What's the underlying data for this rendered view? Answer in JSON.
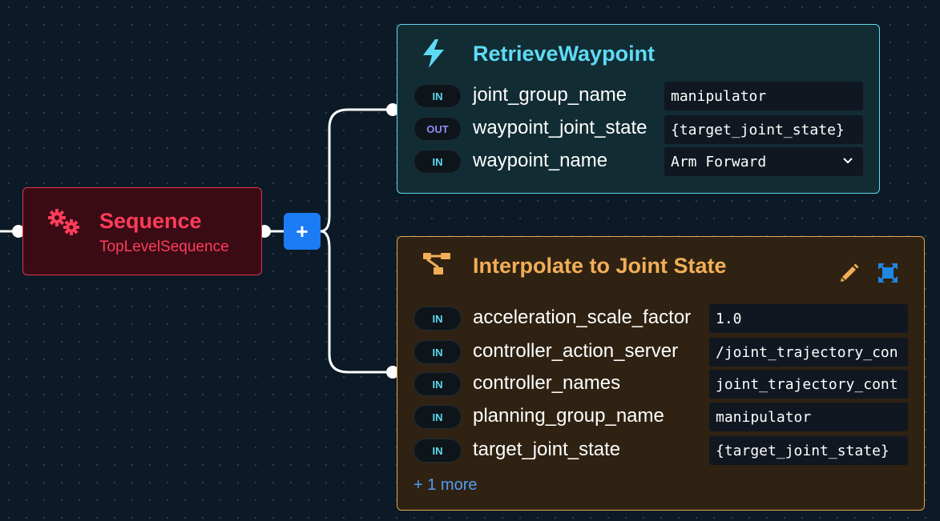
{
  "canvas": {
    "add_button_label": "+"
  },
  "sequence_node": {
    "title": "Sequence",
    "subtitle": "TopLevelSequence",
    "icon": "gears-icon",
    "color": "#ff3c5a"
  },
  "retrieve_waypoint_node": {
    "title": "RetrieveWaypoint",
    "icon": "lightning-icon",
    "color": "#5fdaf4",
    "ports": [
      {
        "direction": "IN",
        "name": "joint_group_name",
        "value": "manipulator"
      },
      {
        "direction": "OUT",
        "name": "waypoint_joint_state",
        "value": "{target_joint_state}"
      },
      {
        "direction": "IN",
        "name": "waypoint_name",
        "value": "Arm Forward",
        "dropdown": true
      }
    ]
  },
  "interpolate_node": {
    "title": "Interpolate to Joint State",
    "icon": "subtree-icon",
    "color": "#f2ae57",
    "tools": [
      "pencil-icon",
      "expand-icon"
    ],
    "ports": [
      {
        "direction": "IN",
        "name": "acceleration_scale_factor",
        "value": "1.0"
      },
      {
        "direction": "IN",
        "name": "controller_action_server",
        "value": "/joint_trajectory_con"
      },
      {
        "direction": "IN",
        "name": "controller_names",
        "value": "joint_trajectory_cont"
      },
      {
        "direction": "IN",
        "name": "planning_group_name",
        "value": "manipulator"
      },
      {
        "direction": "IN",
        "name": "target_joint_state",
        "value": "{target_joint_state}"
      }
    ],
    "more_label": "+ 1 more"
  }
}
